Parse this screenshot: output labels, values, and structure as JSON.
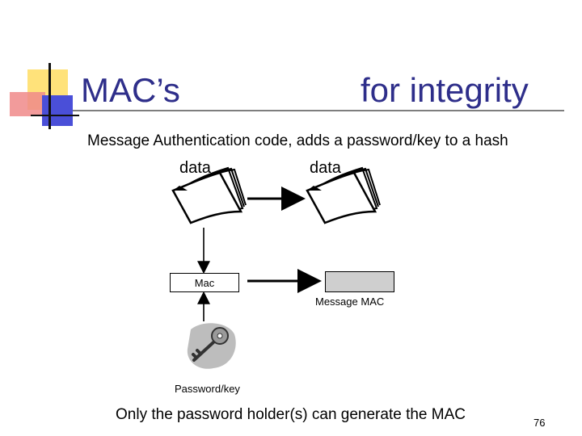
{
  "slide": {
    "title_left": "MAC’s",
    "title_right": "for integrity",
    "subtitle": "Message Authentication code, adds a password/key to a hash",
    "folder_label_1": "data",
    "folder_label_2": "data",
    "mac_label": "Mac",
    "message_mac_label": "Message MAC",
    "password_label": "Password/key",
    "footer": "Only the password holder(s) can generate the MAC",
    "page_number": "76"
  },
  "icons": [
    "folder-icon",
    "folder-icon",
    "key-icon",
    "slide-logo-icon"
  ],
  "colors": {
    "title": "#2e2e8a",
    "message_mac_fill": "#cfcfcf",
    "logo_yellow": "#ffe27a",
    "logo_red": "#f08a8a",
    "logo_blue": "#4a4fd8"
  }
}
